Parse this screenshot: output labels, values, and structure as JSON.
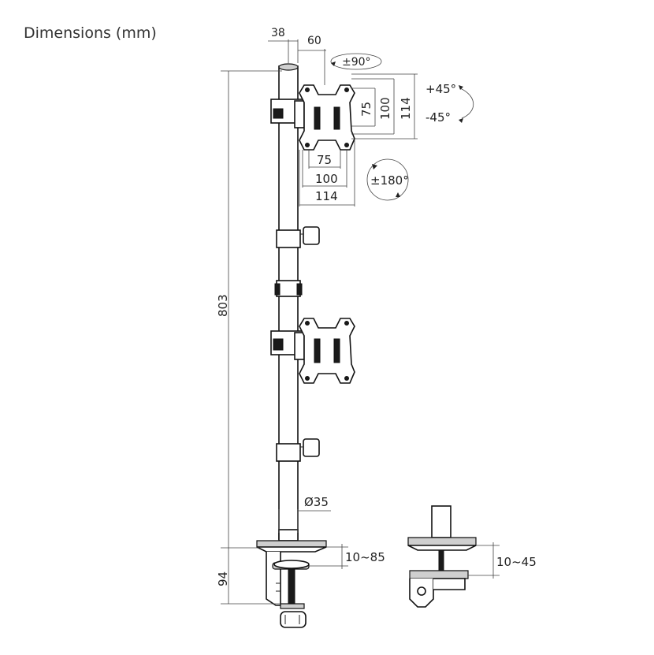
{
  "title": "Dimensions (mm)",
  "dimensions": {
    "offset_38": "38",
    "offset_60": "60",
    "swivel": "±90°",
    "tilt_up": "+45°",
    "tilt_down": "-45°",
    "rotation": "±180°",
    "vesa_h_75": "75",
    "vesa_h_100": "100",
    "vesa_h_114": "114",
    "vesa_v_75": "75",
    "vesa_v_100": "100",
    "vesa_v_114": "114",
    "pole_height": "803",
    "pole_diameter": "Ø35",
    "clamp_height": "94",
    "clamp_range": "10~85",
    "grommet_range": "10~45"
  }
}
